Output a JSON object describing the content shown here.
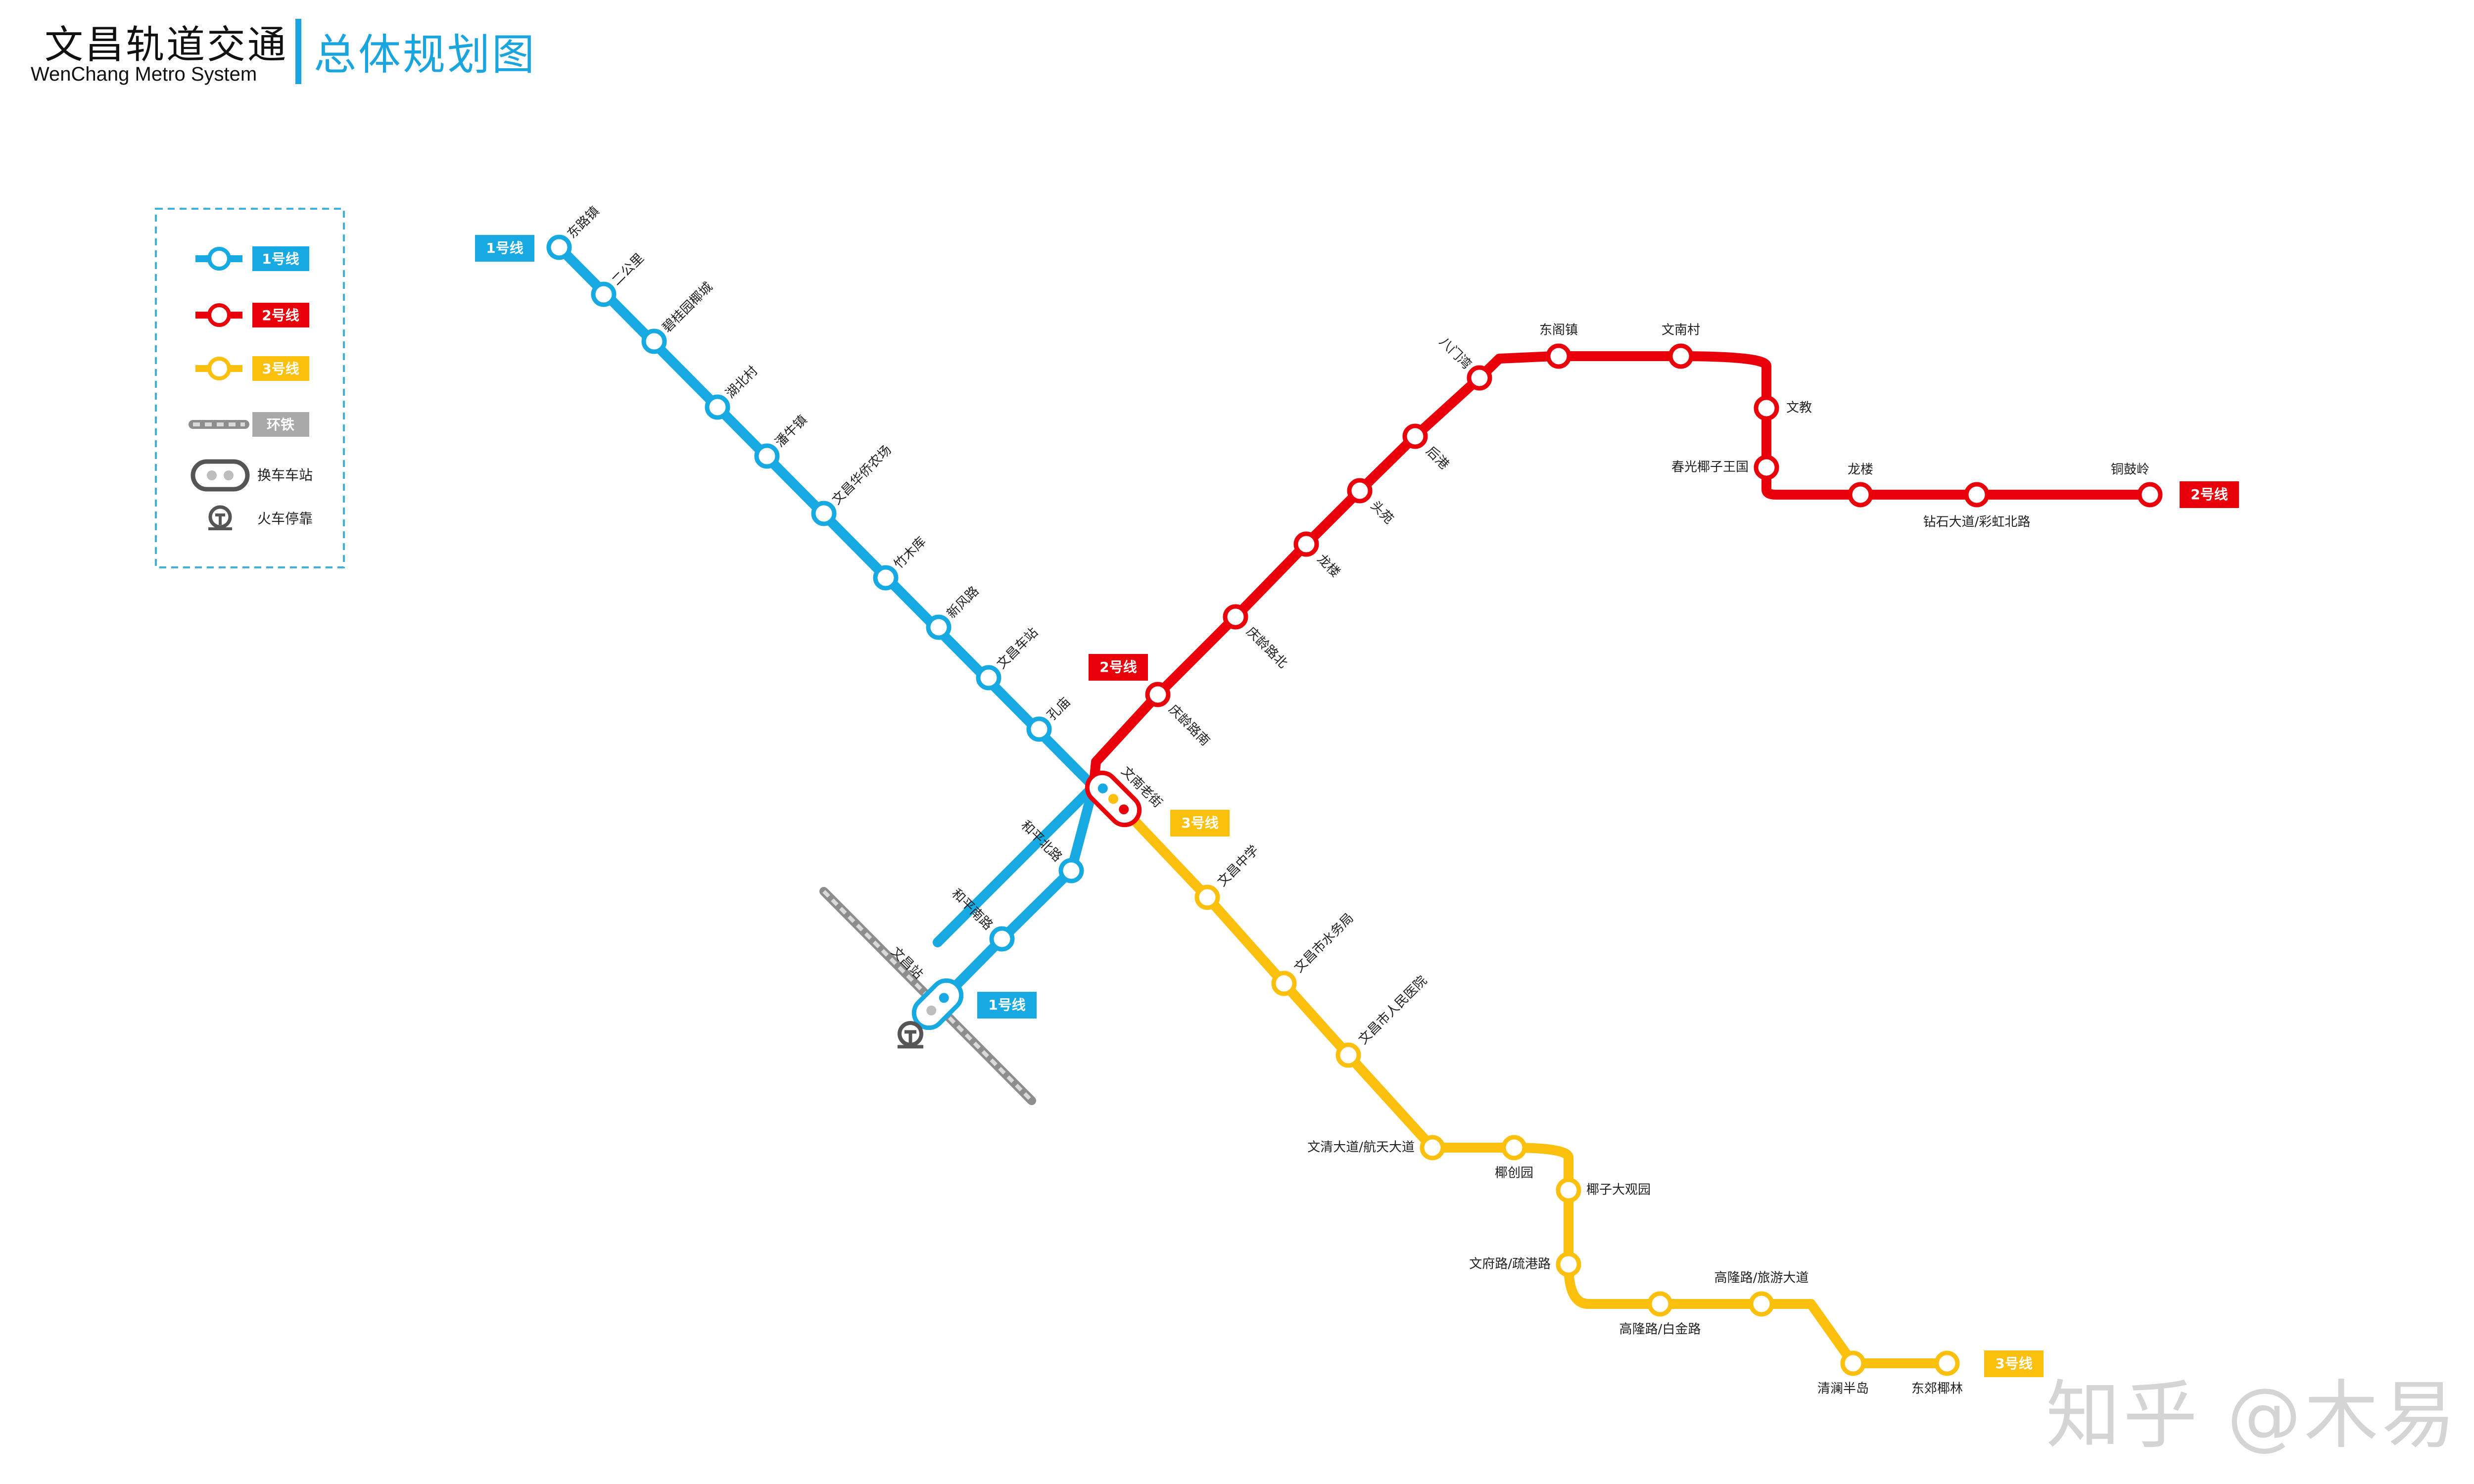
{
  "header": {
    "title_cn": "文昌轨道交通",
    "title_en": "WenChang Metro System",
    "subtitle": "总体规划图"
  },
  "legend": {
    "line1": "1号线",
    "line2": "2号线",
    "line3": "3号线",
    "ring_rail": "环铁",
    "transfer": "换车车站",
    "train_stop": "火车停靠"
  },
  "colors": {
    "line1": "#17a9e1",
    "line2": "#e8000b",
    "line3": "#fbc00d",
    "rail": "#a9a9a9",
    "legend_border": "#3fb2dc"
  },
  "line_tags": {
    "line1_top": "1号线",
    "line1_bottom": "1号线",
    "line2_mid": "2号线",
    "line2_end": "2号线",
    "line3_top": "3号线",
    "line3_end": "3号线"
  },
  "stations": {
    "l1": [
      "东路镇",
      "二公里",
      "碧桂园椰城",
      "湖北村",
      "潘牛镇",
      "文昌华侨农场",
      "竹木库",
      "新风路",
      "文昌车站",
      "孔庙"
    ],
    "l1_south": [
      "和平北路",
      "和平南路"
    ],
    "l2": [
      "庆龄路南",
      "庆龄路北",
      "龙楼",
      "头苑",
      "后港",
      "八门湾",
      "东阁镇",
      "文南村",
      "文教",
      "春光椰子王国",
      "龙楼",
      "钻石大道/彩虹北路",
      "铜鼓岭"
    ],
    "l3": [
      "文昌中学",
      "文昌市水务局",
      "文昌市人民医院",
      "文清大道/航天大道",
      "椰创园",
      "椰子大观园",
      "文府路/疏港路",
      "高隆路/白金路",
      "高隆路/旅游大道",
      "清澜半岛",
      "东郊椰林"
    ],
    "transfer_hub": "文南老街",
    "wenchang_station": "文昌站"
  },
  "watermark": "知乎 @木易"
}
